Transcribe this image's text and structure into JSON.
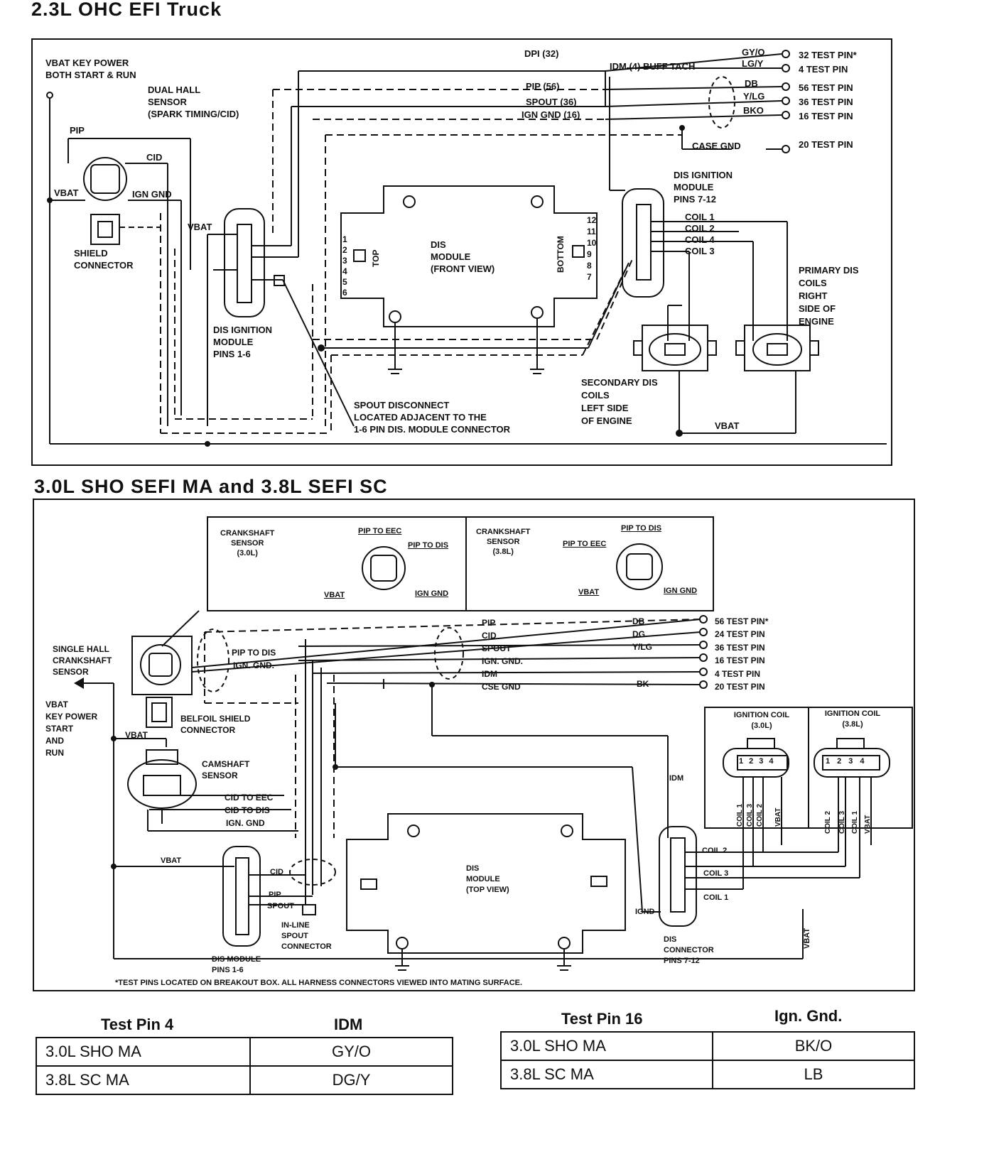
{
  "headings": {
    "top": "2.3L  OHC  EFI  Truck",
    "bottom": "3.0L  SHO  SEFI  MA  and  3.8L  SEFI  SC"
  },
  "top_diagram": {
    "vbat_key_power": [
      "VBAT KEY POWER",
      "BOTH START & RUN"
    ],
    "dual_hall_sensor": [
      "DUAL HALL",
      "SENSOR",
      "(SPARK TIMING/CID)"
    ],
    "labels": {
      "pip": "PIP",
      "cid": "CID",
      "vbat": "VBAT",
      "ign_gnd": "IGN  GND",
      "vbat2": "VBAT",
      "dpi": "DPI (32)",
      "idm": "IDM (4)  BUFF TACH",
      "pip56": "PIP (56)",
      "spout36": "SPOUT (36)",
      "igngnd16": "IGN GND (16)",
      "case_gnd": "CASE GND",
      "gy_o": "GY/O",
      "lg_y": "LG/Y",
      "db": "DB",
      "y_lg": "Y/LG",
      "bko": "BKO",
      "coil1": "COIL 1",
      "coil2": "COIL 2",
      "coil4": "COIL 4",
      "coil3": "COIL 3",
      "vbat_bottom": "VBAT",
      "top": "TOP",
      "bottom": "BOTTOM"
    },
    "test_pins": [
      "32 TEST PIN*",
      "4 TEST PIN",
      "56 TEST PIN",
      "36 TEST PIN",
      "16 TEST PIN",
      "20 TEST PIN"
    ],
    "shield_connector": [
      "SHIELD",
      "CONNECTOR"
    ],
    "dis_module": [
      "DIS",
      "MODULE",
      "(FRONT VIEW)"
    ],
    "dis_ign_module_1_6": [
      "DIS IGNITION",
      "MODULE",
      "PINS 1-6"
    ],
    "dis_ign_module_7_12": [
      "DIS IGNITION",
      "MODULE",
      "PINS 7-12"
    ],
    "primary_dis_coils": [
      "PRIMARY DIS",
      "COILS",
      "RIGHT",
      "SIDE OF",
      "ENGINE"
    ],
    "secondary_dis_coils": [
      "SECONDARY DIS",
      "COILS",
      "LEFT SIDE",
      "OF ENGINE"
    ],
    "spout_disconnect": [
      "SPOUT  DISCONNECT",
      "LOCATED  ADJACENT  TO THE",
      "1-6 PIN DIS.  MODULE CONNECTOR"
    ],
    "pin_numbers_left": [
      "1",
      "2",
      "3",
      "4",
      "5",
      "6"
    ],
    "pin_numbers_right": [
      "12",
      "11",
      "10",
      "9",
      "8",
      "7"
    ]
  },
  "bottom_diagram": {
    "crank_30": [
      "CRANKSHAFT",
      "SENSOR",
      "(3.0L)"
    ],
    "crank_38": [
      "CRANKSHAFT",
      "SENSOR",
      "(3.8L)"
    ],
    "pip_to_eec": "PIP TO EEC",
    "pip_to_dis": "PIP TO DIS",
    "ign_gnd": "IGN GND",
    "vbat": "VBAT",
    "single_hall": [
      "SINGLE HALL",
      "CRANKSHAFT",
      "SENSOR"
    ],
    "vbat_key": [
      "VBAT",
      "KEY POWER",
      "START",
      "AND",
      "RUN"
    ],
    "belfoil": [
      "BELFOIL SHIELD",
      "CONNECTOR"
    ],
    "camshaft": [
      "CAMSHAFT",
      "SENSOR"
    ],
    "cid_to_eec": "CID TO EEC",
    "cid_to_dis": "CID TO DIS",
    "ign_gnd2": "IGN. GND",
    "wire_labels": [
      "PIP",
      "CID",
      "SPOUT",
      "IGN. GND.",
      "IDM",
      "CSE GND"
    ],
    "wire_colors": [
      "DB",
      "DG",
      "Y/LG",
      "",
      "",
      "BK"
    ],
    "test_pins": [
      "56 TEST PIN*",
      "24 TEST PIN",
      "36 TEST PIN",
      "16 TEST PIN",
      "4 TEST PIN",
      "20 TEST PIN"
    ],
    "pip_to_dis_wire": "PIP TO DIS",
    "ign_gnd_wire": "IGN. GND.",
    "ignition_coil_30": [
      "IGNITION COIL",
      "(3.0L)"
    ],
    "ignition_coil_38": [
      "IGNITION COIL",
      "(3.8L)"
    ],
    "coil_pins": [
      "1",
      "2",
      "3",
      "4"
    ],
    "coil_30_wires": [
      "COIL 1",
      "COIL 3",
      "COIL 2",
      "VBAT"
    ],
    "coil_38_wires": [
      "COIL 2",
      "COIL 3",
      "COIL 1",
      "VBAT"
    ],
    "dis_module": [
      "DIS",
      "MODULE",
      "(TOP VIEW)"
    ],
    "dis_connector": [
      "DIS",
      "CONNECTOR",
      "PINS 7-12"
    ],
    "dis_module_pins": [
      "DIS MODULE",
      "PINS 1-6"
    ],
    "inline_spout": [
      "IN-LINE",
      "SPOUT",
      "CONNECTOR"
    ],
    "cid": "CID",
    "pip": "PIP",
    "spout": "SPOUT",
    "coil2": "COIL 2",
    "coil3": "COIL 3",
    "coil1": "COIL 1",
    "idm": "IDM",
    "ignd": "IGND",
    "vbat_right": "VBAT",
    "footnote": "*TEST PINS LOCATED ON BREAKOUT BOX.   ALL HARNESS CONNECTORS VIEWED INTO MATING SURFACE."
  },
  "tables": {
    "left": {
      "header_left": "Test  Pin  4",
      "header_right": "IDM",
      "rows": [
        [
          "3.0L  SHO  MA",
          "GY/O"
        ],
        [
          "3.8L  SC  MA",
          "DG/Y"
        ]
      ]
    },
    "right": {
      "header_left": "Test  Pin  16",
      "header_right": "Ign.  Gnd.",
      "rows": [
        [
          "3.0L  SHO  MA",
          "BK/O"
        ],
        [
          "3.8L  SC  MA",
          "LB"
        ]
      ]
    }
  }
}
